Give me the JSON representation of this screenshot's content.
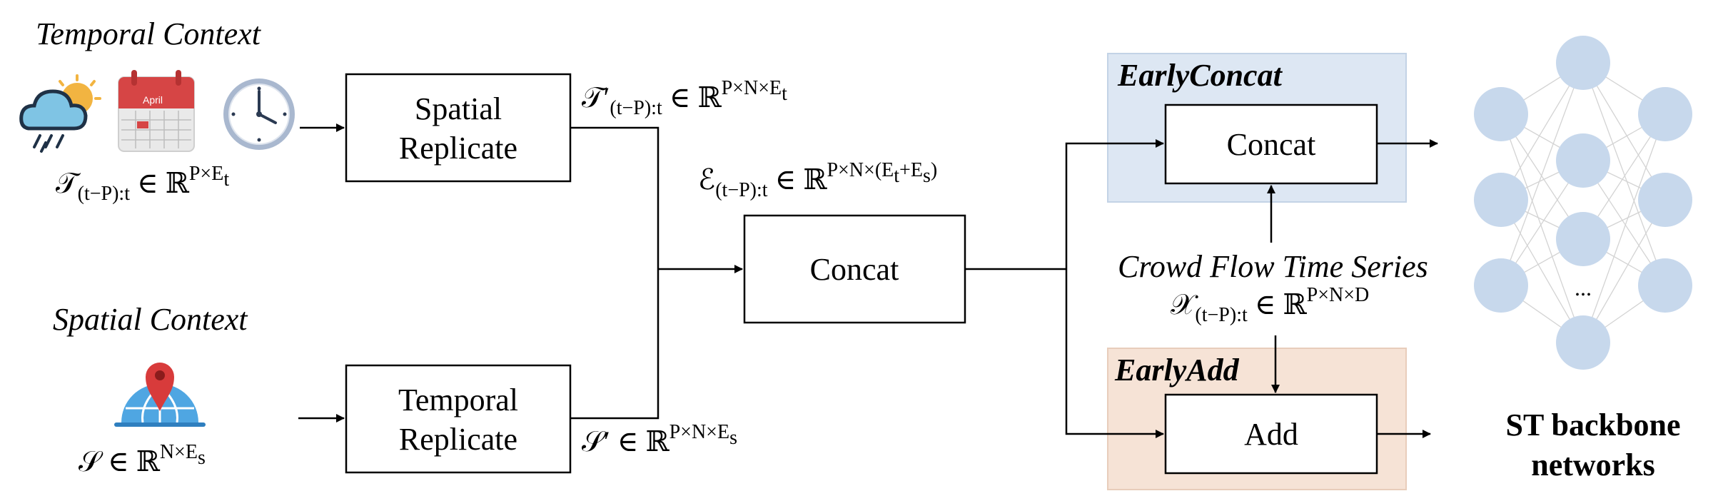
{
  "contexts": {
    "temporal_title": "Temporal Context",
    "spatial_title": "Spatial Context"
  },
  "icons": {
    "weather": "weather-icon",
    "calendar": "calendar-icon",
    "calendar_month": "April",
    "clock": "clock-icon",
    "globe": "globe-pin-icon"
  },
  "boxes": {
    "spatial_replicate": [
      "Spatial",
      "Replicate"
    ],
    "temporal_replicate": [
      "Temporal",
      "Replicate"
    ],
    "concat_center": "Concat",
    "concat_early": "Concat",
    "add": "Add"
  },
  "regions": {
    "early_concat": "EarlyConcat",
    "early_add": "EarlyAdd"
  },
  "math": {
    "T": {
      "base": "𝒯",
      "sub": "(t−P):t",
      "rel": " ∈ ℝ",
      "sup": "P×E",
      "supsub": "t"
    },
    "T_prime": {
      "base": "𝒯′",
      "sub": "(t−P):t",
      "rel": " ∈ ℝ",
      "sup": "P×N×E",
      "supsub": "t"
    },
    "E": {
      "base": "ℰ",
      "sub": "(t−P):t",
      "rel": " ∈ ℝ",
      "sup": "P×N×(E",
      "supsub": "t",
      "sup2": "+E",
      "supsub2": "s",
      "sup3": ")"
    },
    "S": {
      "base": "𝒮",
      "rel": " ∈ ℝ",
      "sup": "N×E",
      "supsub": "s"
    },
    "S_prime": {
      "base": "𝒮′",
      "rel": " ∈ ℝ",
      "sup": "P×N×E",
      "supsub": "s"
    },
    "X": {
      "base": "𝒳",
      "sub": "(t−P):t",
      "rel": " ∈ ℝ",
      "sup": "P×N×D"
    }
  },
  "crowd_flow_label": "Crowd Flow Time Series",
  "network": {
    "ellipsis": "...",
    "caption": [
      "ST backbone",
      "networks"
    ]
  },
  "colors": {
    "early_concat_bg": "#dde7f3",
    "early_concat_border": "#c3d3e6",
    "early_add_bg": "#f6e3d6",
    "early_add_border": "#e8cdbb",
    "node_fill": "#c7d8ec",
    "edge": "#d3d3d3"
  }
}
